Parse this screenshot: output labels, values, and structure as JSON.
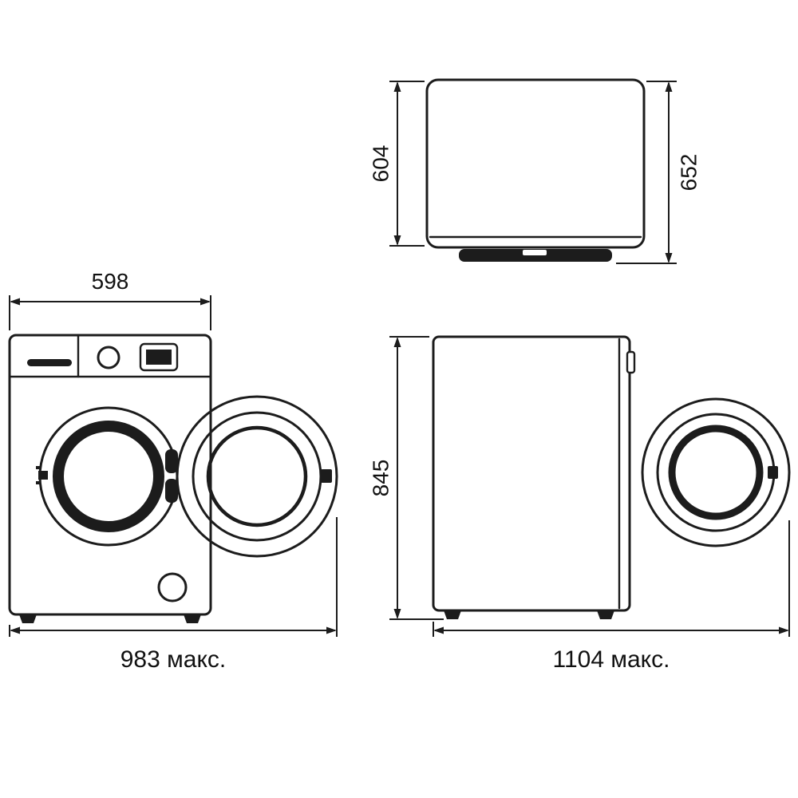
{
  "colors": {
    "line": "#1c1c1c",
    "background": "#ffffff"
  },
  "dimensions": {
    "top_view": {
      "depth": "604",
      "depth_with_door": "652"
    },
    "front_view": {
      "width": "598",
      "max_width_door_open": "983 макс."
    },
    "side_view": {
      "height": "845",
      "max_depth_door_open": "1104 макс."
    }
  }
}
